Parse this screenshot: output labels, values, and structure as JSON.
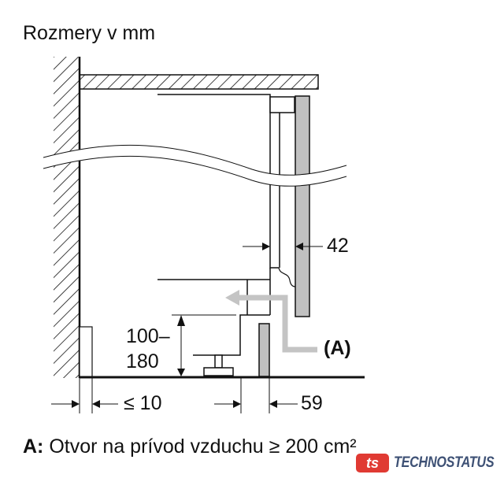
{
  "title": "Rozmery v mm",
  "dimensions": {
    "door_gap": "42",
    "plinth_height_line1": "100–",
    "plinth_height_line2": "180",
    "wall_gap": "≤ 10",
    "plinth_depth": "59",
    "air_inlet_label": "(A)"
  },
  "legend": {
    "key": "A:",
    "text": "Otvor na prívod vzduchu ≥ 200 cm²"
  },
  "watermark": {
    "mark": "ts",
    "text": "TECHNOSTATUS",
    "colors": {
      "mark": "#e03a33",
      "text": "#3e5175"
    }
  },
  "colors": {
    "panel_gray": "#c0c0c0",
    "airflow_arrow": "#c4c4c4",
    "line": "#111111"
  }
}
